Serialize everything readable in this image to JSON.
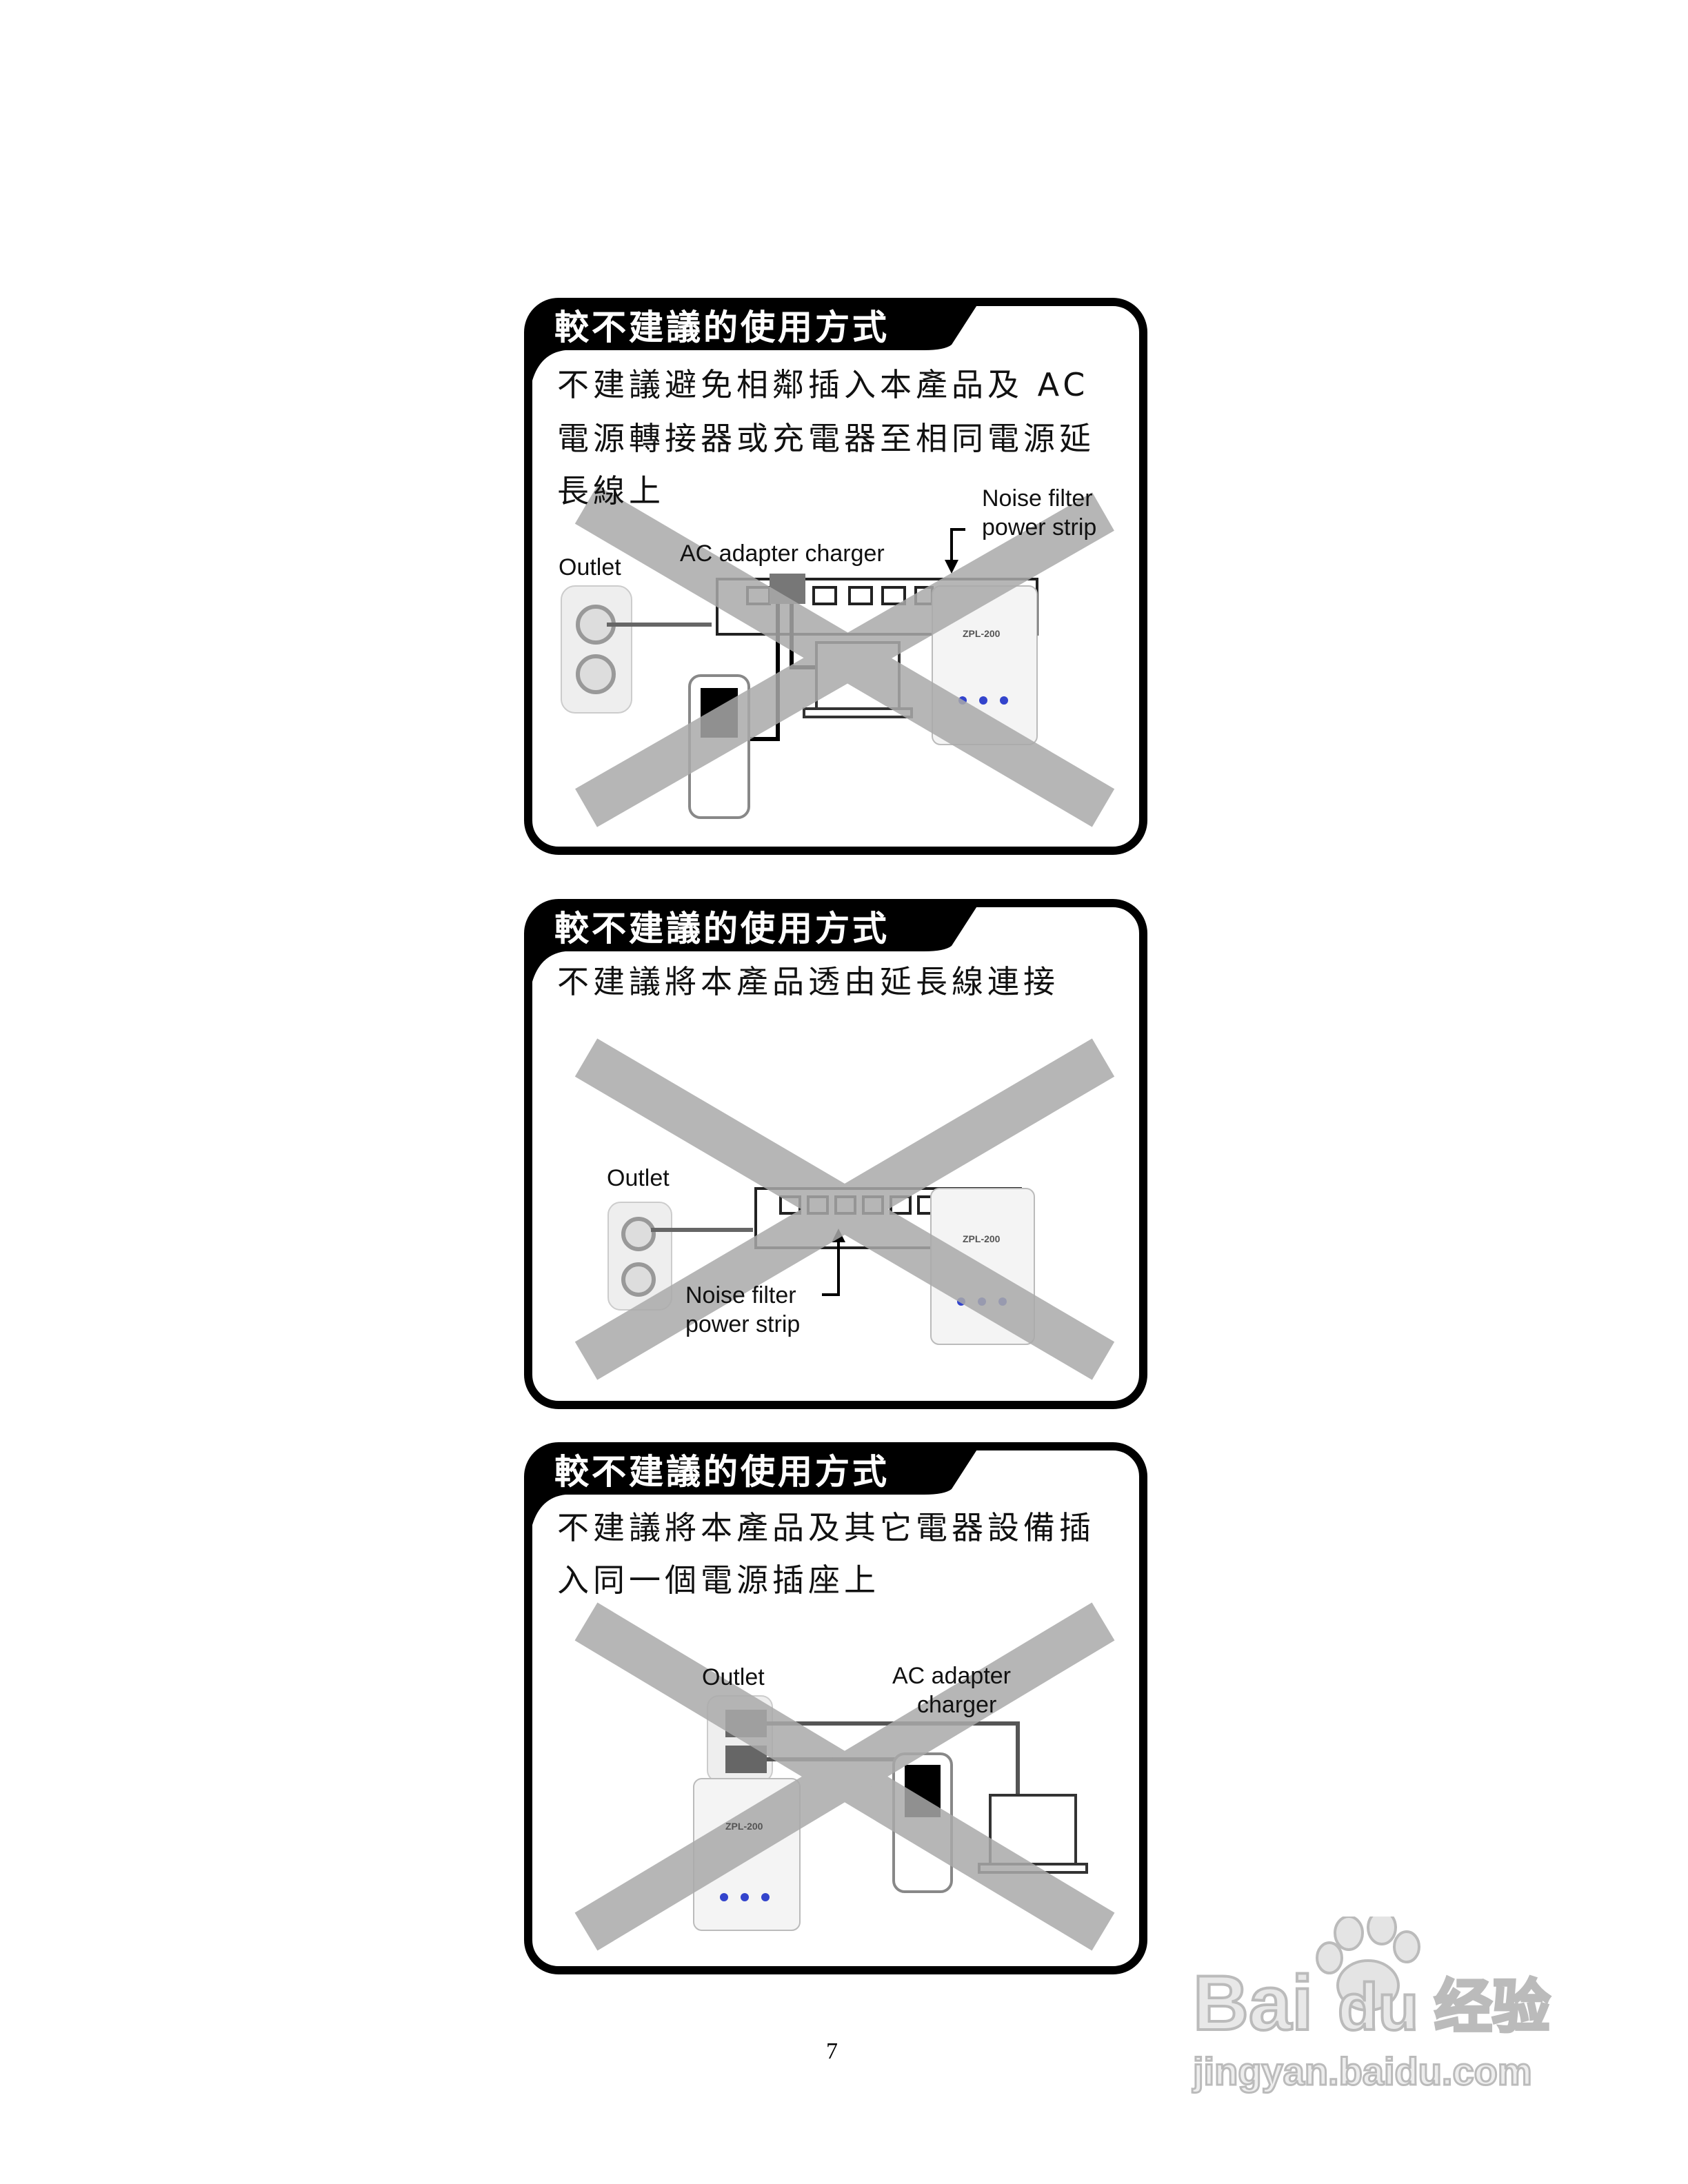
{
  "page_number": "7",
  "watermark": {
    "brand": "Bai du 经验",
    "url": "jingyan.baidu.com"
  },
  "device_label": "ZPL-200",
  "panels": [
    {
      "header": "較不建議的使用方式",
      "lines": [
        "不建議避免相鄰插入本產品及 AC",
        "電源轉接器或充電器至相同電源延",
        "長線上"
      ],
      "labels": {
        "outlet": "Outlet",
        "ac_adapter": "AC adapter charger",
        "noise1": "Noise filter",
        "noise2": "power strip"
      }
    },
    {
      "header": "較不建議的使用方式",
      "lines": [
        "不建議將本產品透由延長線連接"
      ],
      "labels": {
        "outlet": "Outlet",
        "noise1": "Noise filter",
        "noise2": "power strip"
      }
    },
    {
      "header": "較不建議的使用方式",
      "lines": [
        "不建議將本產品及其它電器設備插",
        "入同一個電源插座上"
      ],
      "labels": {
        "outlet": "Outlet",
        "ac1": "AC adapter",
        "ac2": "charger"
      }
    }
  ]
}
